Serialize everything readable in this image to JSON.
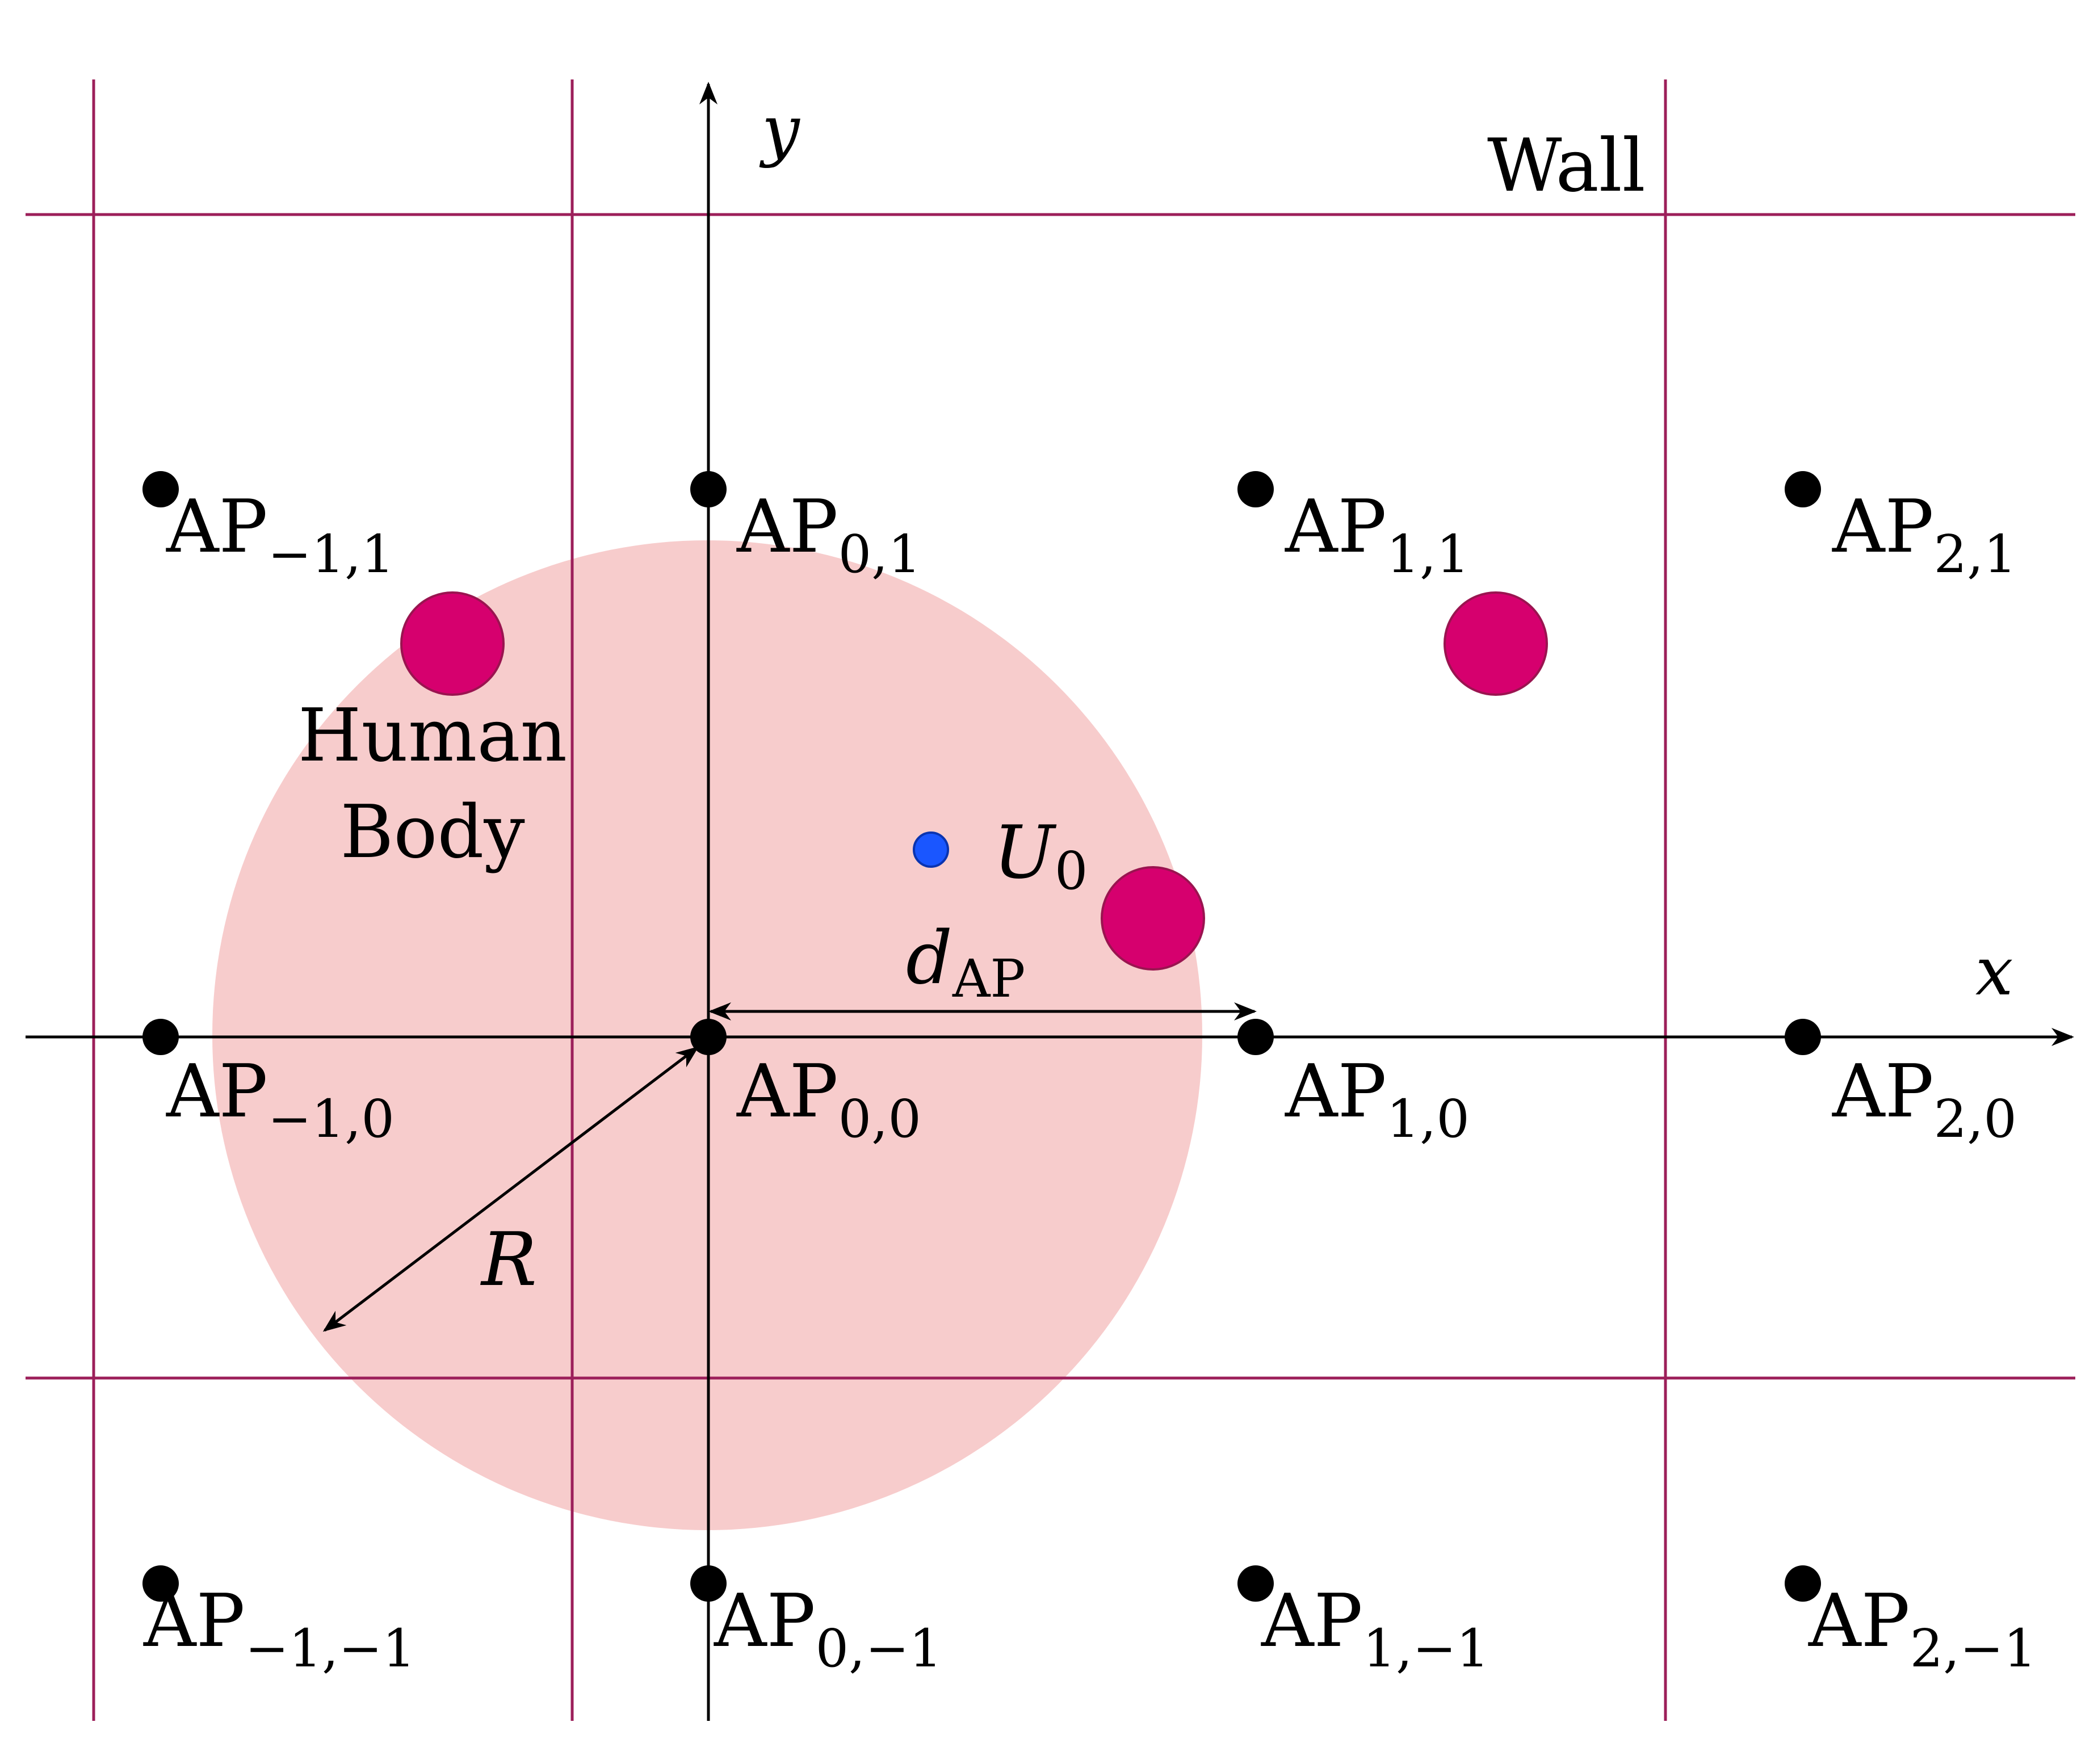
{
  "labels": {
    "x_axis": "x",
    "y_axis": "y",
    "wall": "Wall",
    "human_line1": "Human",
    "human_line2": "Body",
    "user_main": "U",
    "user_sub": "0",
    "dap_main": "d",
    "dap_sub": "AP",
    "radius": "R",
    "ap_prefix": "AP"
  },
  "access_points": [
    {
      "id": "ap-m1-1",
      "sub": "−1,1"
    },
    {
      "id": "ap-0-1",
      "sub": "0,1"
    },
    {
      "id": "ap-1-1",
      "sub": "1,1"
    },
    {
      "id": "ap-2-1",
      "sub": "2,1"
    },
    {
      "id": "ap-m1-0",
      "sub": "−1,0"
    },
    {
      "id": "ap-0-0",
      "sub": "0,0"
    },
    {
      "id": "ap-1-0",
      "sub": "1,0"
    },
    {
      "id": "ap-2-0",
      "sub": "2,0"
    },
    {
      "id": "ap-m1-m1",
      "sub": "−1,−1"
    },
    {
      "id": "ap-0-m1",
      "sub": "0,−1"
    },
    {
      "id": "ap-1-m1",
      "sub": "1,−1"
    },
    {
      "id": "ap-2-m1",
      "sub": "2,−1"
    }
  ],
  "colors": {
    "wall": "#9c1f5a",
    "coverage": "#f7cccc",
    "human": "#d6006e",
    "human_stroke": "#9a1450",
    "user": "#1a56ff",
    "ink": "#000000"
  }
}
